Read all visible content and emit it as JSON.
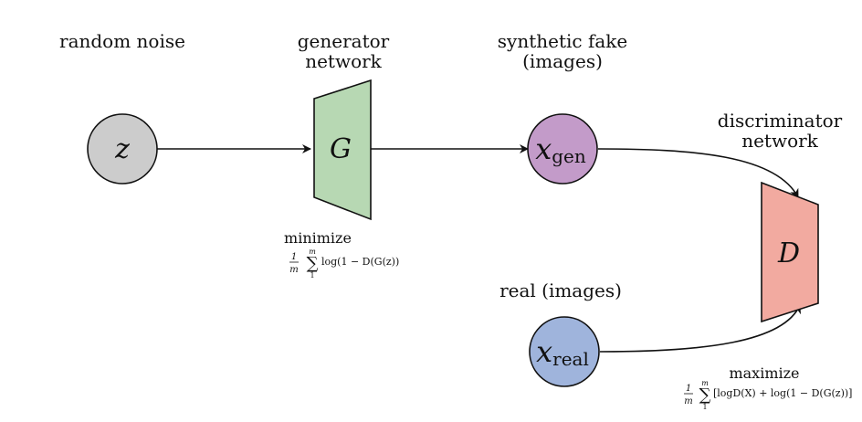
{
  "labels": {
    "random_noise": "random noise",
    "generator_line1": "generator",
    "generator_line2": "network",
    "synthetic_line1": "synthetic fake",
    "synthetic_line2": "(images)",
    "discriminator_line1": "discriminator",
    "discriminator_line2": "network",
    "real_images": "real (images)"
  },
  "nodes": {
    "z": {
      "symbol": "z",
      "color": "#cccccc"
    },
    "x_gen": {
      "symbol": "x",
      "subscript": "gen",
      "color": "#c39bc9"
    },
    "x_real": {
      "symbol": "x",
      "subscript": "real",
      "color": "#9fb4dc"
    }
  },
  "networks": {
    "generator": {
      "symbol": "G",
      "color": "#b7d8b3"
    },
    "discriminator": {
      "symbol": "D",
      "color": "#f2aaa0"
    }
  },
  "objectives": {
    "generator": {
      "word": "minimize",
      "frac_num": "1",
      "frac_den": "m",
      "sum_upper": "m",
      "sum_lower": "1",
      "expression": "log(1 − D(G(z))"
    },
    "discriminator": {
      "word": "maximize",
      "frac_num": "1",
      "frac_den": "m",
      "sum_upper": "m",
      "sum_lower": "1",
      "expression": "[logD(X) + log(1 − D(G(z))]"
    }
  },
  "stroke_color": "#111111"
}
